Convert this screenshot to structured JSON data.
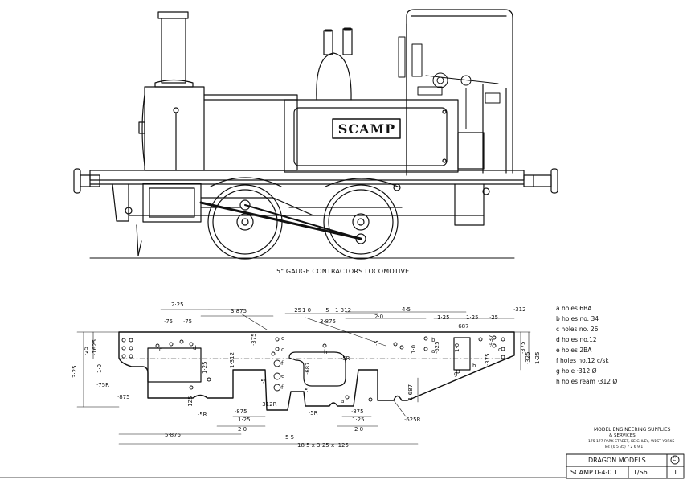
{
  "title": "5\" GAUGE   CONTRACTORS LOCOMOTIVE",
  "nameplate": "SCAMP",
  "frame_dimensions": {
    "top_2_25": "2·25",
    "top_3_875": "3·875",
    "top_75a": "·75",
    "top_75b": "·75",
    "top_25": "·25",
    "top_1_0": "1·0",
    "top_5": "·5",
    "top_1_312": "1·312",
    "top_4_5": "4·5",
    "top_3_875b": "3·875",
    "top_2_0": "2·0",
    "top_1_25a": "1·25",
    "top_1_25b": "1·25",
    "top_687": "·687",
    "top_25b": "·25",
    "top_312": "·312",
    "left_25": "·25",
    "left_1625": "·1625",
    "left_3_25": "3·25",
    "left_1_0": "1·0",
    "left_1_25": "1·25",
    "left_75r": "·75R",
    "left_875": "·875",
    "left_375": "·375",
    "left_1_312": "1·312",
    "left_125": "·125",
    "left_5r": "·5R",
    "mid_5r": "·5R",
    "mid_312r": "·312R",
    "mid_687": "·687",
    "mid_5a": "·5",
    "mid_5b": "·5",
    "mid_5c": "·5",
    "mid_1_0": "1·0",
    "mid_5r_b": "·5R",
    "right_1_0": "1·0",
    "right_625": "·625",
    "right_375": "·375",
    "right_437": "·437",
    "right_1_25": "1·25",
    "right_375b": "·375",
    "right_325": "·325",
    "right_1_687": "1·687",
    "right_625r": "·625R",
    "bot_875a": "·875",
    "bot_1_25a": "1·25",
    "bot_875b": "·875",
    "bot_1_25b": "1·25",
    "bot_2_0a": "2·0",
    "bot_2_0b": "2·0",
    "bot_5_875": "5·875",
    "bot_5_5": "5·5",
    "bot_overall": "18·5  x 3·25 x ·125"
  },
  "hole_letters": [
    "a",
    "b",
    "c",
    "d",
    "e",
    "f",
    "g",
    "h"
  ],
  "legend": [
    "a  holes  6BA",
    "b  holes  no. 34",
    "c  holes  no. 26",
    "d  holes  no.12",
    "e  holes  2BA",
    "f  holes  no.12 c/sk",
    "g  hole ·312 Ø",
    "h  holes  ream ·312 Ø"
  ],
  "maker": {
    "name": "MODEL ENGINEERING SUPPLIES",
    "subname": "& SERVICES",
    "address": "175 177 PARK STREET, KEIGHLEY, WEST YORKS",
    "phone": "Tel: (0 5 35) 7 2 6 9 1"
  },
  "title_block": {
    "company": "DRAGON  MODELS",
    "drawing": "SCAMP  0-4-0 T",
    "number": "T/S6",
    "sheet": "1",
    "copyright": "C"
  }
}
